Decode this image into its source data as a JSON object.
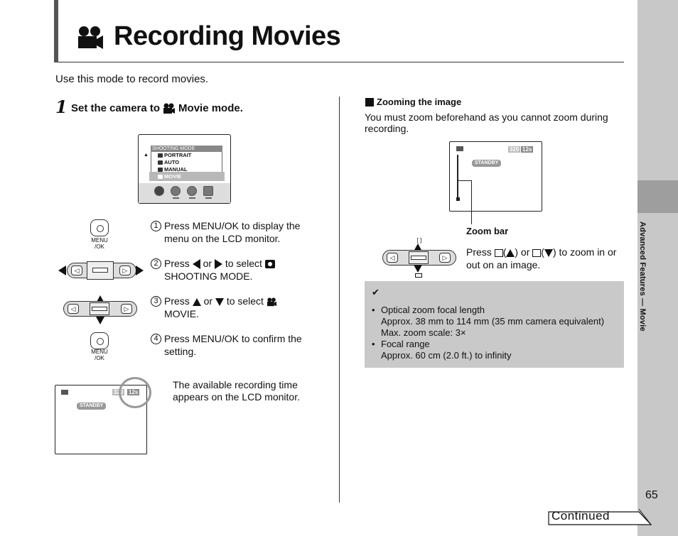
{
  "page": {
    "title": "Recording Movies",
    "intro": "Use this mode to record movies.",
    "page_number": "65",
    "side_tab": "Advanced Features — Movie",
    "continued": "Continued"
  },
  "step1": {
    "number": "1",
    "title_pre": "Set the camera to",
    "title_post": "Movie mode."
  },
  "menu_screen": {
    "header": "SHOOTING MODE",
    "items": [
      "PORTRAIT",
      "AUTO",
      "MANUAL",
      "MOVIE"
    ]
  },
  "buttons": {
    "menu_ok_label_1": "MENU",
    "menu_ok_label_2": "/OK"
  },
  "instructions": [
    {
      "num": "1",
      "text": "Press MENU/OK to display the menu on the LCD monitor."
    },
    {
      "num": "2",
      "pre": "Press",
      "mid": "or",
      "post": "to select",
      "post2": "SHOOTING MODE."
    },
    {
      "num": "3",
      "pre": "Press",
      "mid": "or",
      "post": "to select",
      "post2": "MOVIE."
    },
    {
      "num": "4",
      "text": "Press MENU/OK to confirm the setting."
    }
  ],
  "lcd": {
    "standby": "STANDBY",
    "counter": "12s",
    "size": "320"
  },
  "recording_note": "The available recording time appears on the LCD monitor.",
  "zoom": {
    "heading": "Zooming the image",
    "description": "You must zoom beforehand as you cannot zoom during recording.",
    "bar_label": "Zoom bar",
    "press_pre": "Press",
    "press_mid": "or",
    "press_post": "to zoom in or out on an image."
  },
  "notes": {
    "items": [
      {
        "label": "Optical zoom focal length",
        "lines": [
          "Approx. 38 mm to 114 mm (35 mm camera equivalent)",
          "Max. zoom scale: 3×"
        ]
      },
      {
        "label": "Focal range",
        "lines": [
          "Approx. 60 cm (2.0 ft.) to infinity"
        ]
      }
    ]
  },
  "icons": {
    "movie": "movie-camera-icon",
    "check": "checkmark-icon"
  }
}
